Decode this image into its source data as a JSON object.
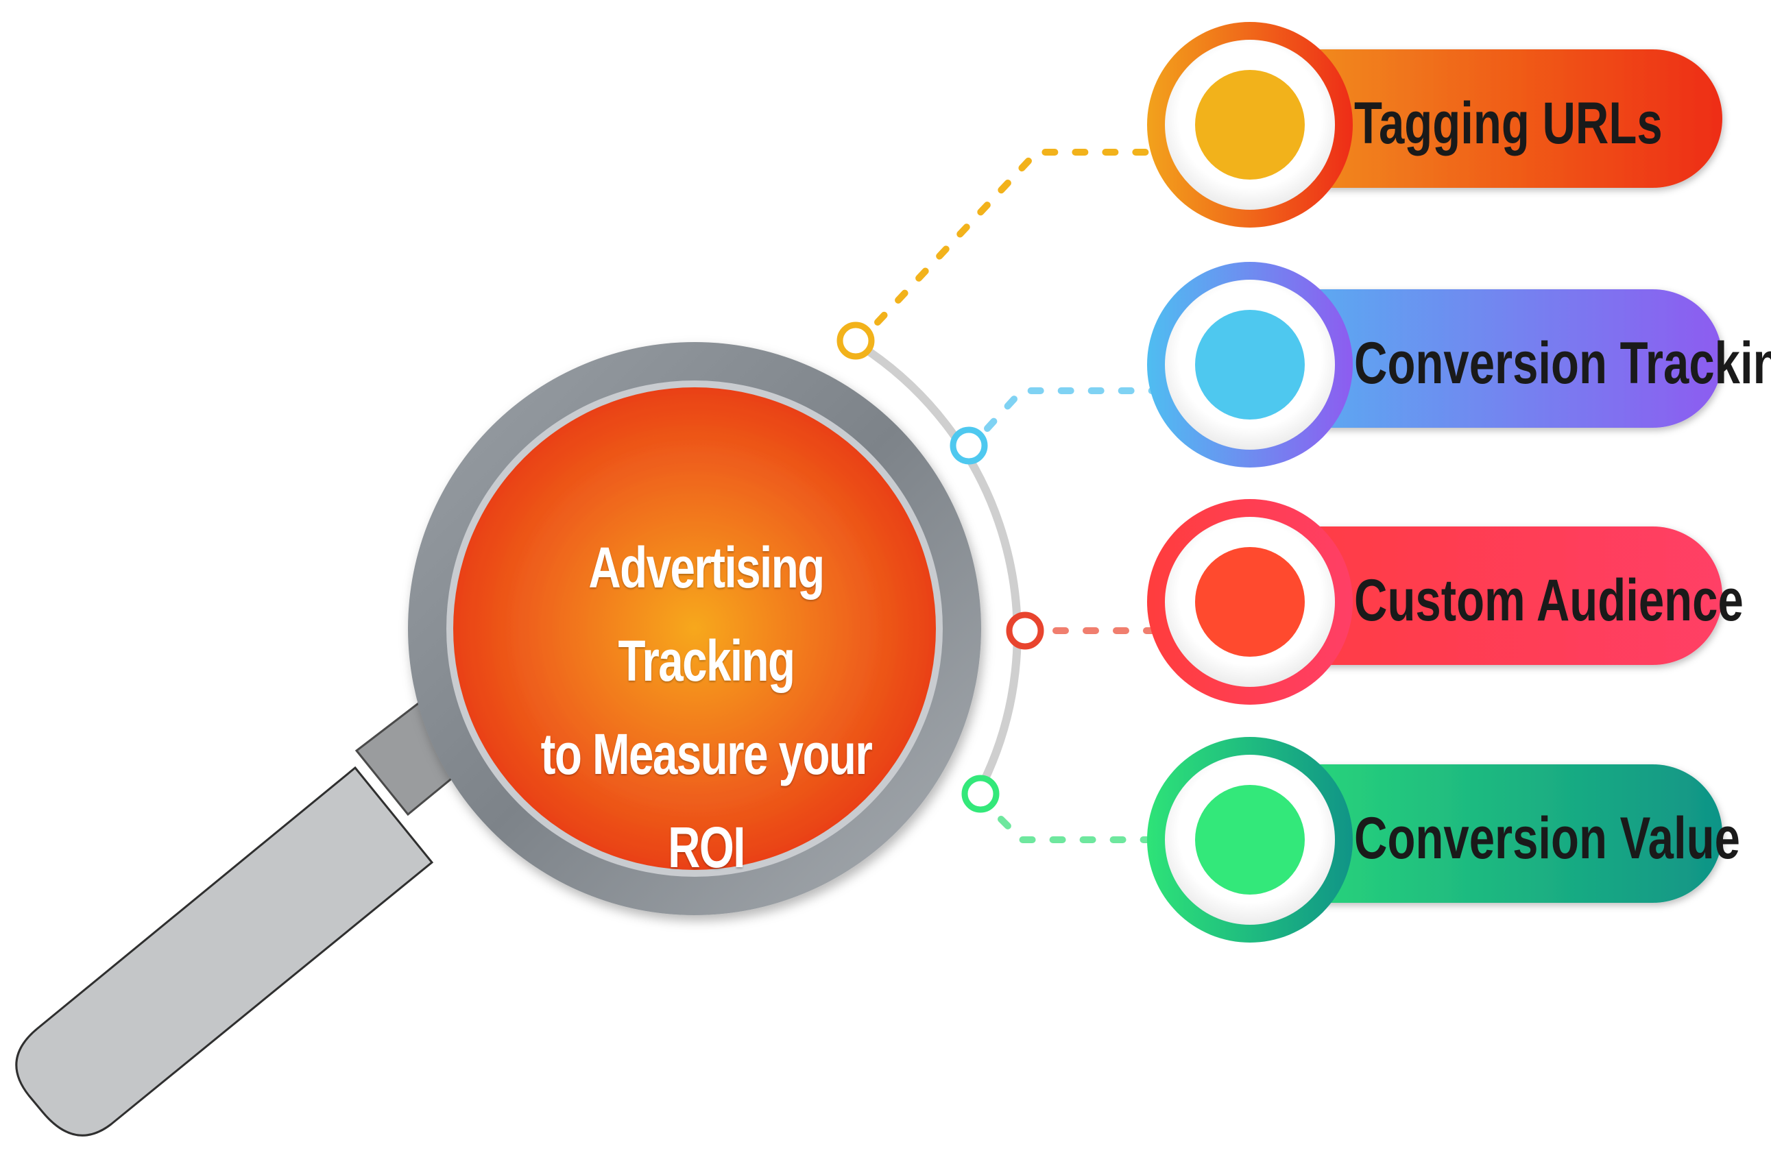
{
  "center": {
    "line1": "Advertising Tracking",
    "line2": "to Measure your ROI"
  },
  "items": [
    {
      "label": "Tagging URLs",
      "color": "#f2b21b"
    },
    {
      "label": "Conversion Tracking",
      "color": "#4ec8ef"
    },
    {
      "label": "Custom Audience",
      "color": "#ff4a2e"
    },
    {
      "label": "Conversion Value",
      "color": "#33e87a"
    }
  ]
}
